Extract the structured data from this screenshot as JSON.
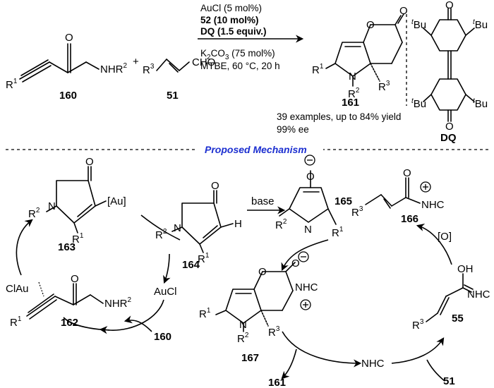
{
  "conditions": {
    "line1": "AuCl (5 mol%)",
    "line2": "52 (10 mol%)",
    "line3": "DQ (1.5 equiv.)",
    "line4": "K2CO3 (75 mol%)",
    "line5": "MTBE, 60 °C, 20 h",
    "result1": "39 examples, up to 84% yield",
    "result2": "99% ee"
  },
  "compounds": {
    "c160": "160",
    "c51": "51",
    "c161": "161",
    "dq": "DQ",
    "c163": "163",
    "c164": "164",
    "c165": "165",
    "c166": "166",
    "c162": "162",
    "c167": "167",
    "c55": "55",
    "c160b": "160",
    "c51b": "51",
    "c161b": "161"
  },
  "labels": {
    "plus": "+",
    "nhr2": "NHR",
    "r2sup": "2",
    "r1": "R",
    "r1sup": "1",
    "r3": "R",
    "r3sup": "3",
    "cho": "CHO",
    "o": "O",
    "n": "N",
    "au": "[Au]",
    "h": "H",
    "aucl": "AuCl",
    "claul": "ClAu",
    "base": "base",
    "nhc": "NHC",
    "oh": "OH",
    "ox": "[O]",
    "tbu": "Bu",
    "t": "t"
  },
  "section_title": "Proposed Mechanism",
  "colors": {
    "title": "#1c2fd0",
    "ink": "#000000"
  }
}
